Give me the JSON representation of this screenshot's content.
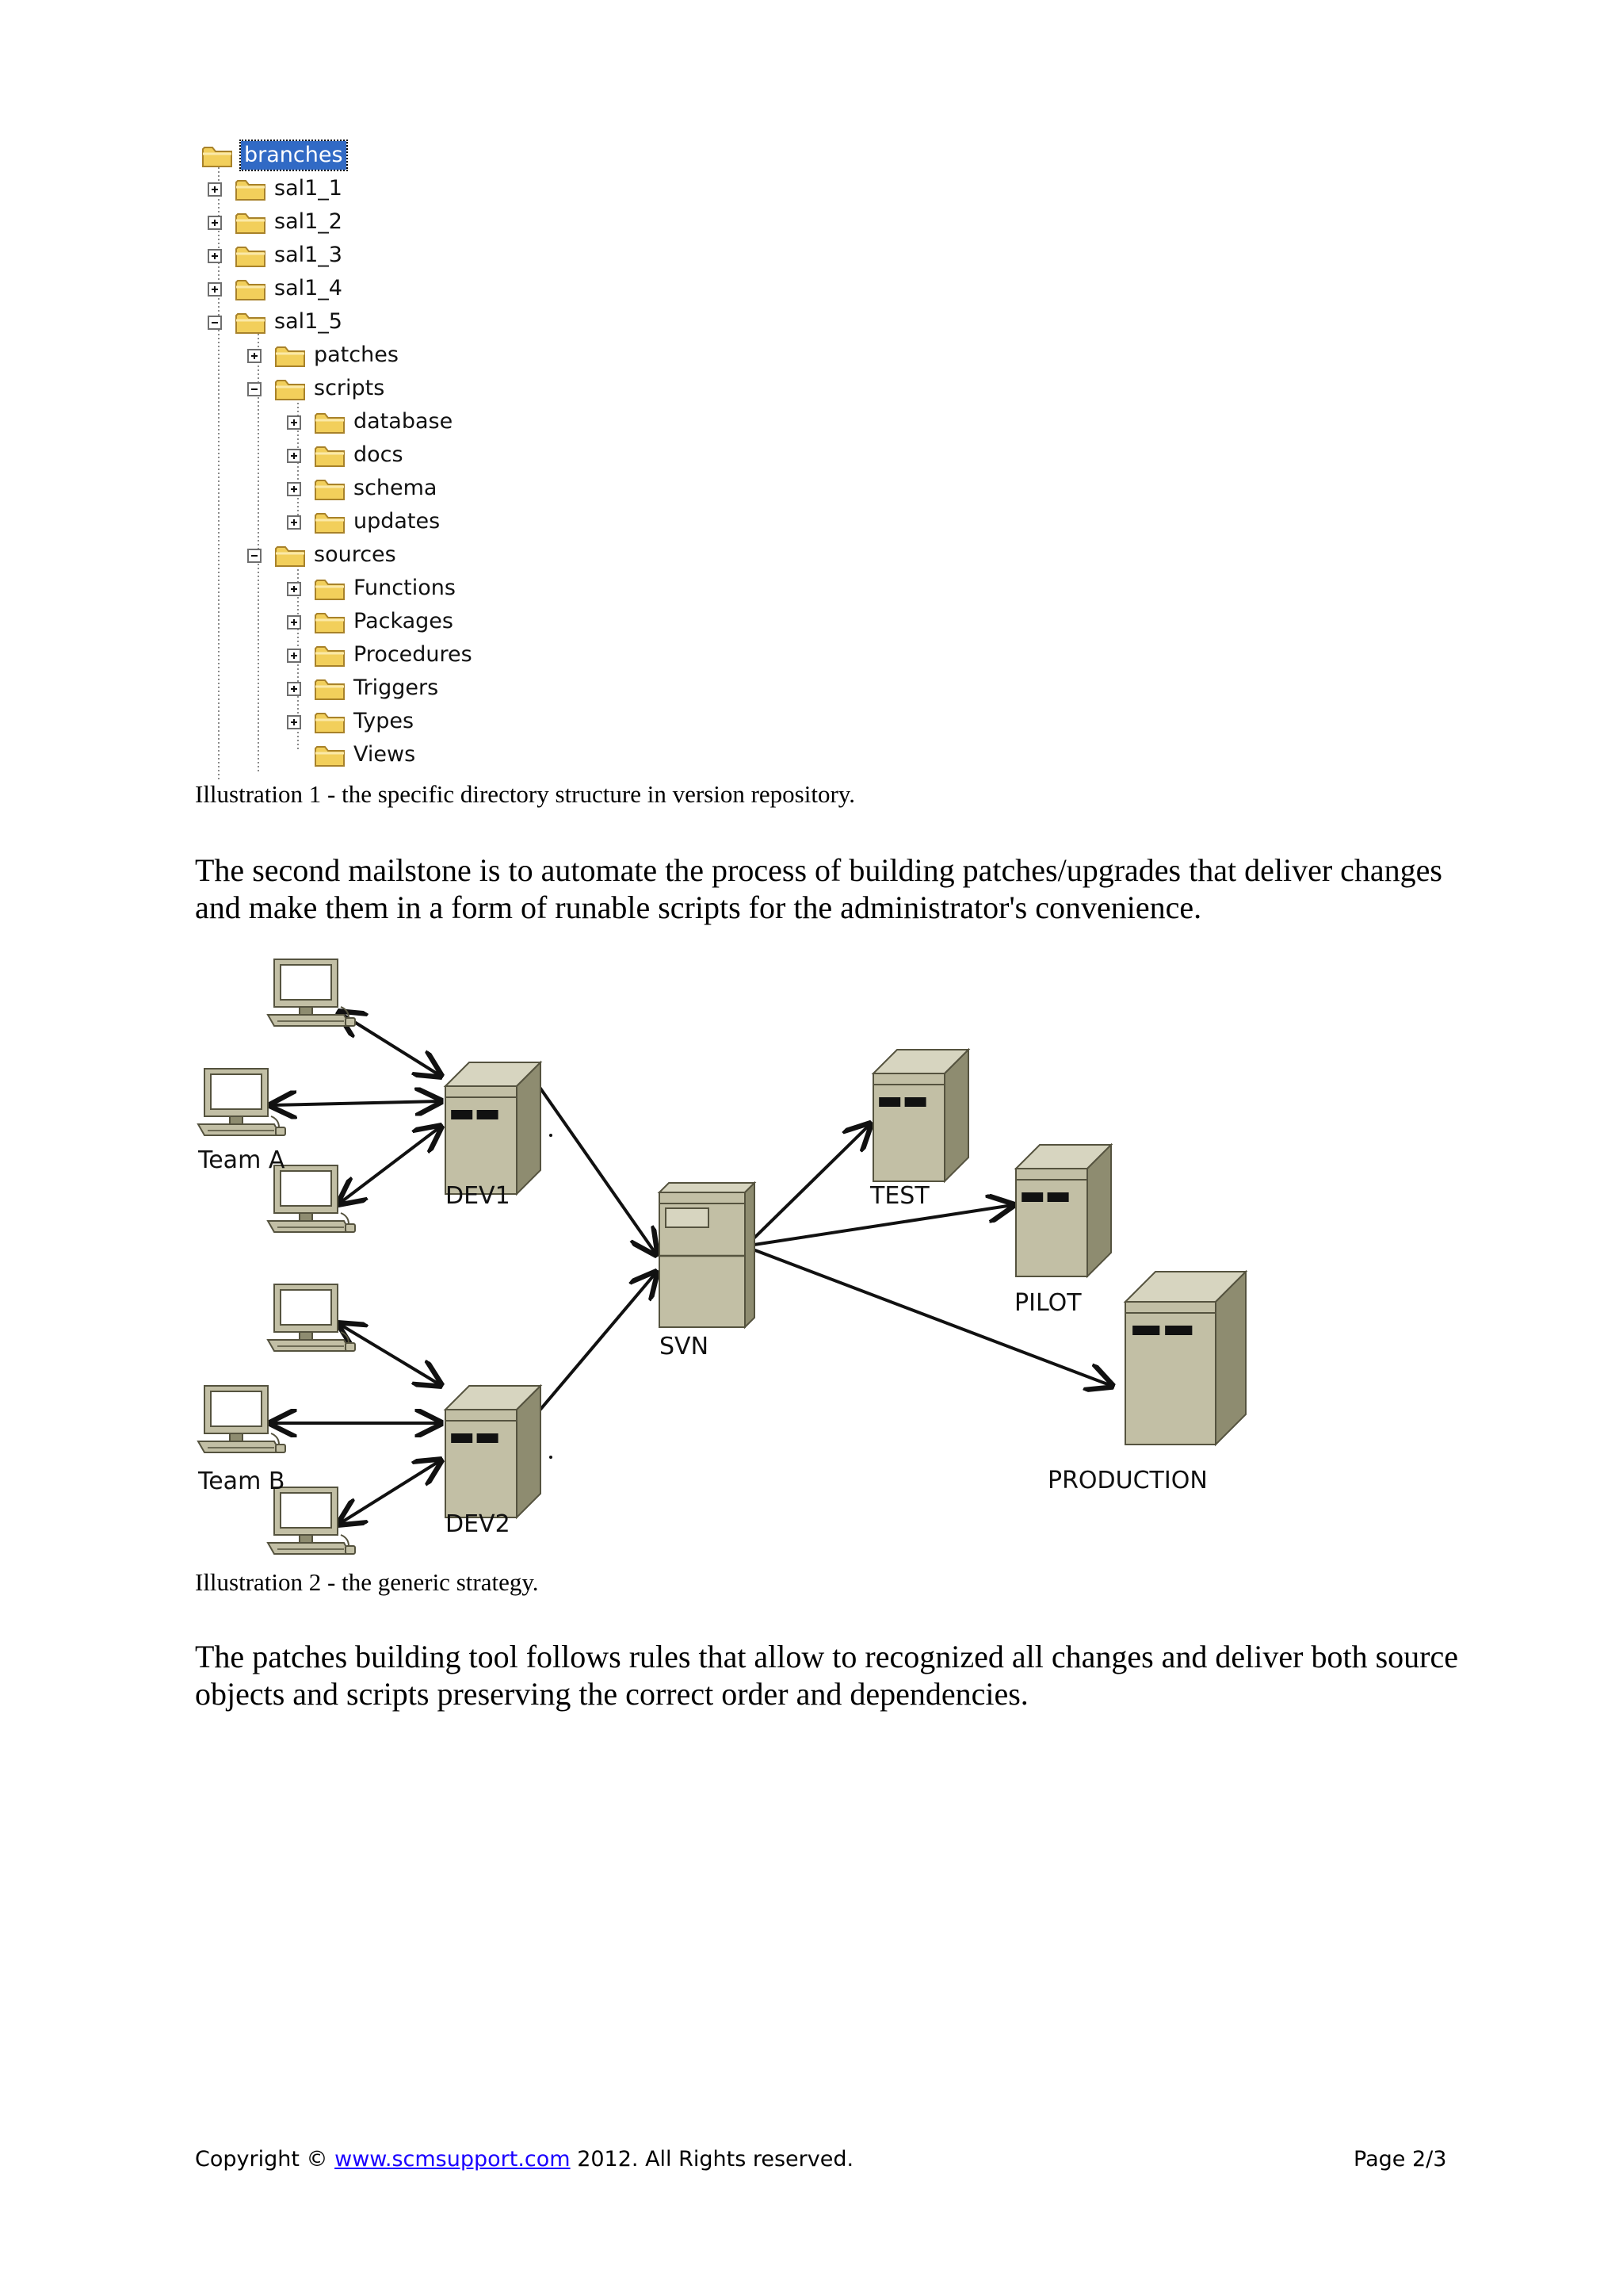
{
  "tree": {
    "items": [
      {
        "label": "branches",
        "depth": 0,
        "toggle": "none",
        "selected": true
      },
      {
        "label": "sal1_1",
        "depth": 1,
        "toggle": "plus"
      },
      {
        "label": "sal1_2",
        "depth": 1,
        "toggle": "plus"
      },
      {
        "label": "sal1_3",
        "depth": 1,
        "toggle": "plus"
      },
      {
        "label": "sal1_4",
        "depth": 1,
        "toggle": "plus"
      },
      {
        "label": "sal1_5",
        "depth": 1,
        "toggle": "minus"
      },
      {
        "label": "patches",
        "depth": 2,
        "toggle": "plus"
      },
      {
        "label": "scripts",
        "depth": 2,
        "toggle": "minus"
      },
      {
        "label": "database",
        "depth": 3,
        "toggle": "plus"
      },
      {
        "label": "docs",
        "depth": 3,
        "toggle": "plus"
      },
      {
        "label": "schema",
        "depth": 3,
        "toggle": "plus"
      },
      {
        "label": "updates",
        "depth": 3,
        "toggle": "plus"
      },
      {
        "label": "sources",
        "depth": 2,
        "toggle": "minus"
      },
      {
        "label": "Functions",
        "depth": 3,
        "toggle": "plus"
      },
      {
        "label": "Packages",
        "depth": 3,
        "toggle": "plus"
      },
      {
        "label": "Procedures",
        "depth": 3,
        "toggle": "plus"
      },
      {
        "label": "Triggers",
        "depth": 3,
        "toggle": "plus"
      },
      {
        "label": "Types",
        "depth": 3,
        "toggle": "plus"
      },
      {
        "label": "Views",
        "depth": 3,
        "toggle": "none"
      }
    ]
  },
  "captions": {
    "illustration1": "Illustration 1 - the specific directory structure in version repository.",
    "illustration2": "Illustration 2 - the generic strategy."
  },
  "paragraphs": {
    "p1": "The second mailstone is to automate the process of building patches/upgrades that deliver changes and make them in a form of runable scripts for the administrator's convenience.",
    "p2": "The patches building tool follows rules that allow to recognized all changes and deliver both source objects and scripts preserving the correct order and dependencies."
  },
  "diagram": {
    "team_a": "Team A",
    "team_b": "Team B",
    "dev1": "DEV1",
    "dev2": "DEV2",
    "svn": "SVN",
    "test": "TEST",
    "pilot": "PILOT",
    "production": "PRODUCTION"
  },
  "footer": {
    "copyright_prefix": "Copyright ©",
    "link": "www.scmsupport.com",
    "copyright_suffix": "2012. All Rights reserved.",
    "page": "Page 2/3"
  },
  "colors": {
    "server_front": "#c2bfa5",
    "server_side": "#8e8c70",
    "server_top": "#d7d5c0",
    "folder": "#f2cf5b",
    "selection": "#316ac5",
    "link": "#1a00ff"
  }
}
